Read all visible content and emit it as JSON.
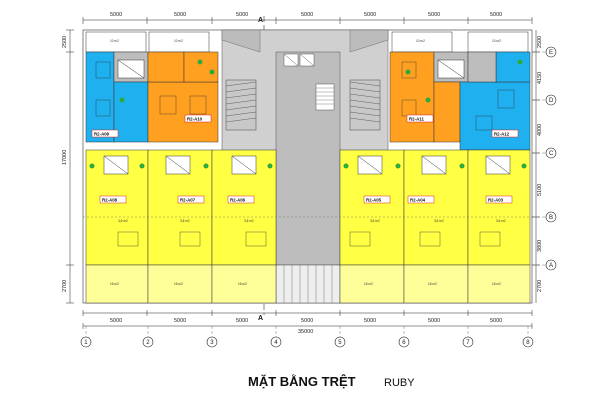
{
  "title": "MẶT BẰNG TRỆT",
  "subtitle": "RUBY",
  "section_mark": "A",
  "colors": {
    "yellow": "#ffff44",
    "orange": "#ffa020",
    "blue": "#1fb0f0",
    "core": "#b8b8b8",
    "corridor": "#d0d0d0",
    "shop": "#ffff99",
    "bubble": "#1a1a1a"
  },
  "grid_columns": [
    "1",
    "2",
    "3",
    "4",
    "5",
    "6",
    "7",
    "8"
  ],
  "grid_rows": [
    "E",
    "D",
    "C",
    "B",
    "A"
  ],
  "dims_top": [
    "5000",
    "5000",
    "5000",
    "5000",
    "5000",
    "5000",
    "5000"
  ],
  "dims_bottom": [
    "5000",
    "5000",
    "5000",
    "5000",
    "5000",
    "5000",
    "5000"
  ],
  "dim_total": "35000",
  "dims_left": [
    "2500",
    "17000",
    "2700"
  ],
  "dims_right": [
    "2500",
    "4150",
    "4000",
    "5100",
    "3800",
    "2700"
  ],
  "units": {
    "a09": "R2-A09",
    "a10": "R2-A10",
    "a08": "R2-A08",
    "a07": "R2-A07",
    "a06": "R2-A06",
    "a05": "R2-A05",
    "a04": "R2-A04",
    "a03": "R2-A03",
    "a11": "R2-A11",
    "a12": "R2-A12"
  },
  "shop_area": "16 m2",
  "balcony_area": "10 m2",
  "room_area": "3,6 m2"
}
